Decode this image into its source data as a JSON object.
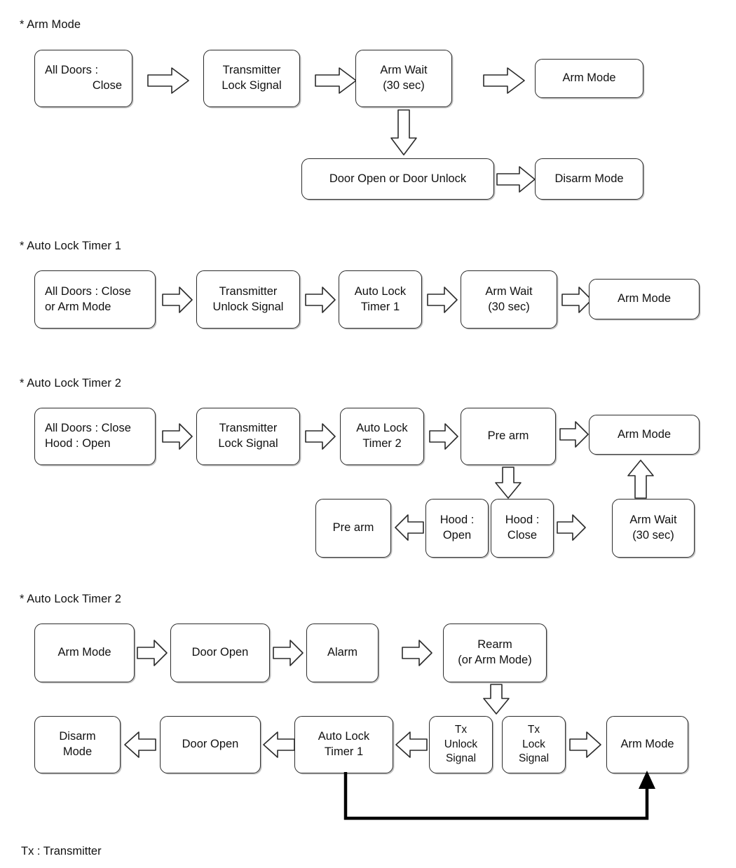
{
  "diagram": {
    "footnote": "Tx : Transmitter",
    "sections": [
      {
        "title": "* Arm Mode",
        "nodes": [
          {
            "lines": [
              "All Doors :",
              "Close"
            ]
          },
          {
            "lines": [
              "Transmitter",
              "Lock Signal"
            ]
          },
          {
            "lines": [
              "Arm Wait",
              "(30 sec)"
            ]
          },
          {
            "lines": [
              "Arm Mode"
            ]
          },
          {
            "lines": [
              "Door Open or Door Unlock"
            ]
          },
          {
            "lines": [
              "Disarm Mode"
            ]
          }
        ]
      },
      {
        "title": "* Auto Lock Timer 1",
        "nodes": [
          {
            "lines": [
              "All Doors : Close",
              "or Arm Mode"
            ]
          },
          {
            "lines": [
              "Transmitter",
              "Unlock Signal"
            ]
          },
          {
            "lines": [
              "Auto Lock",
              "Timer 1"
            ]
          },
          {
            "lines": [
              "Arm Wait",
              "(30 sec)"
            ]
          },
          {
            "lines": [
              "Arm Mode"
            ]
          }
        ]
      },
      {
        "title": "* Auto Lock Timer 2",
        "nodes": [
          {
            "lines": [
              "All Doors : Close",
              "Hood : Open"
            ]
          },
          {
            "lines": [
              "Transmitter",
              "Lock Signal"
            ]
          },
          {
            "lines": [
              "Auto Lock",
              "Timer 2"
            ]
          },
          {
            "lines": [
              "Pre arm"
            ]
          },
          {
            "lines": [
              "Arm Mode"
            ]
          },
          {
            "lines": [
              "Pre arm"
            ]
          },
          {
            "lines": [
              "Hood :",
              "Open"
            ]
          },
          {
            "lines": [
              "Hood :",
              "Close"
            ]
          },
          {
            "lines": [
              "Arm Wait",
              "(30 sec)"
            ]
          }
        ]
      },
      {
        "title": "* Auto Lock Timer 2",
        "nodes": [
          {
            "lines": [
              "Arm Mode"
            ]
          },
          {
            "lines": [
              "Door Open"
            ]
          },
          {
            "lines": [
              "Alarm"
            ]
          },
          {
            "lines": [
              "Rearm",
              "(or Arm Mode)"
            ]
          },
          {
            "lines": [
              "Disarm",
              "Mode"
            ]
          },
          {
            "lines": [
              "Door Open"
            ]
          },
          {
            "lines": [
              "Auto Lock",
              "Timer 1"
            ]
          },
          {
            "lines": [
              "Tx",
              "Unlock",
              "Signal"
            ]
          },
          {
            "lines": [
              "Tx",
              "Lock",
              "Signal"
            ]
          },
          {
            "lines": [
              "Arm Mode"
            ]
          }
        ]
      }
    ]
  },
  "labels": {
    "s1_title": "* Arm Mode",
    "s1_n1_l1": "All Doors :",
    "s1_n1_l2": "Close",
    "s1_n2_l1": "Transmitter",
    "s1_n2_l2": "Lock Signal",
    "s1_n3_l1": "Arm Wait",
    "s1_n3_l2": "(30 sec)",
    "s1_n4_l1": "Arm Mode",
    "s1_n5_l1": "Door Open or Door Unlock",
    "s1_n6_l1": "Disarm Mode",
    "s2_title": "* Auto Lock Timer 1",
    "s2_n1_l1": "All Doors : Close",
    "s2_n1_l2": "or Arm Mode",
    "s2_n2_l1": "Transmitter",
    "s2_n2_l2": "Unlock Signal",
    "s2_n3_l1": "Auto Lock",
    "s2_n3_l2": "Timer 1",
    "s2_n4_l1": "Arm Wait",
    "s2_n4_l2": "(30 sec)",
    "s2_n5_l1": "Arm Mode",
    "s3_title": "* Auto Lock Timer 2",
    "s3_n1_l1": "All Doors : Close",
    "s3_n1_l2": "Hood : Open",
    "s3_n2_l1": "Transmitter",
    "s3_n2_l2": "Lock Signal",
    "s3_n3_l1": "Auto Lock",
    "s3_n3_l2": "Timer 2",
    "s3_n4_l1": "Pre arm",
    "s3_n5_l1": "Arm Mode",
    "s3_n6_l1": "Pre arm",
    "s3_n7_l1": "Hood :",
    "s3_n7_l2": "Open",
    "s3_n8_l1": "Hood :",
    "s3_n8_l2": "Close",
    "s3_n9_l1": "Arm Wait",
    "s3_n9_l2": "(30 sec)",
    "s4_title": "* Auto Lock Timer 2",
    "s4_n1_l1": "Arm Mode",
    "s4_n2_l1": "Door Open",
    "s4_n3_l1": "Alarm",
    "s4_n4_l1": "Rearm",
    "s4_n4_l2": "(or Arm Mode)",
    "s4_n5_l1": "Disarm",
    "s4_n5_l2": "Mode",
    "s4_n6_l1": "Door Open",
    "s4_n7_l1": "Auto Lock",
    "s4_n7_l2": "Timer 1",
    "s4_n8_l1": "Tx",
    "s4_n8_l2": "Unlock",
    "s4_n8_l3": "Signal",
    "s4_n9_l1": "Tx",
    "s4_n9_l2": "Lock",
    "s4_n9_l3": "Signal",
    "s4_n10_l1": "Arm Mode",
    "footnote": "Tx : Transmitter"
  },
  "colors": {
    "stroke": "#2b2b2b",
    "text": "#111111",
    "background": "#ffffff",
    "feedback_line": "#000000"
  }
}
